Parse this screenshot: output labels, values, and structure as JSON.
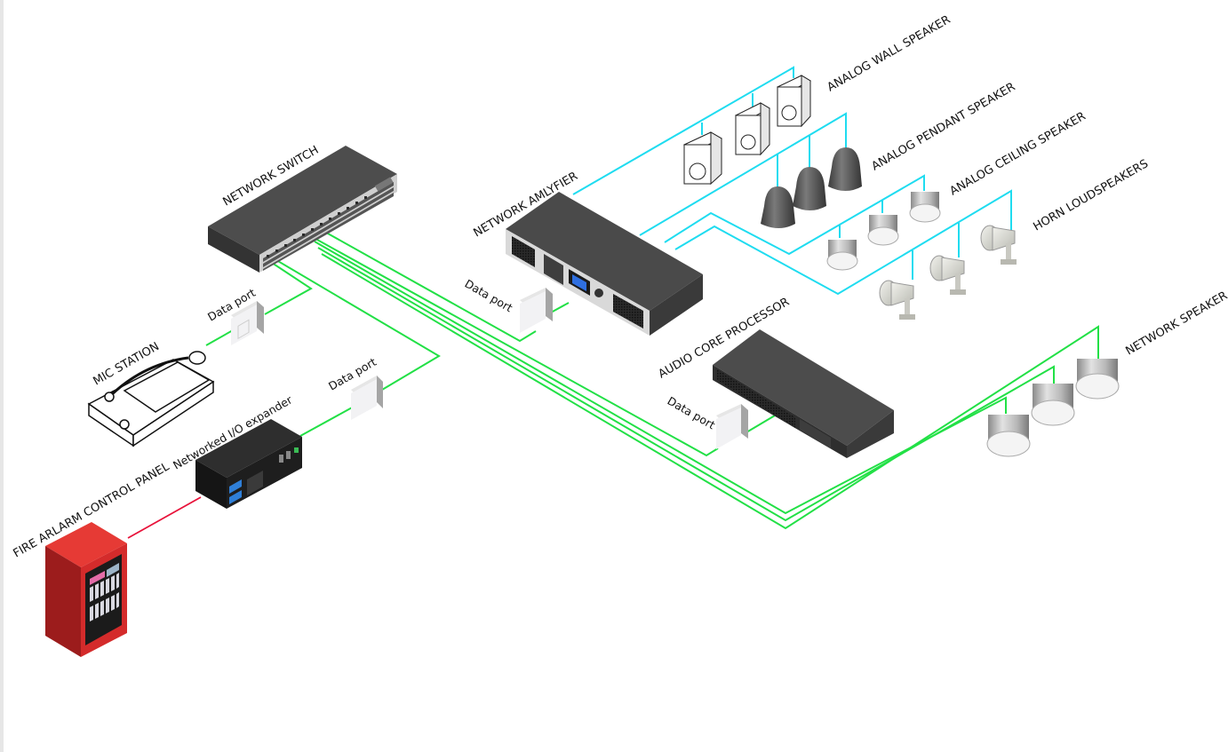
{
  "diagram": {
    "title": "Networked audio system diagram",
    "colors": {
      "analog_wire": "#1fdcf0",
      "network_wire": "#22e046",
      "alarm_wire": "#e8123a",
      "device_dark": "#4a4a4a",
      "fire_panel": "#d62a2a"
    },
    "labels": {
      "network_switch": "NETWORK SWITCH",
      "network_amplifier": "NETWORK AMLYFIER",
      "analog_wall_speaker": "ANALOG WALL SPEAKER",
      "analog_pendant_speaker": "ANALOG PENDANT SPEAKER",
      "analog_ceiling_speaker": "ANALOG CEILING SPEAKER",
      "horn_loudspeakers": "HORN LOUDSPEAKERS",
      "audio_core_processor": "AUDIO CORE PROCESSOR",
      "network_speaker": "NETWORK SPEAKER",
      "mic_station": "MIC STATION",
      "io_expander": "Networked I/O expander",
      "fire_alarm_panel": "FIRE ARLARM CONTROL PANEL",
      "data_port_mic": "Data port",
      "data_port_io": "Data port",
      "data_port_amp": "Data port",
      "data_port_core": "Data port"
    },
    "connections": [
      {
        "from": "Network Switch",
        "to": "Data port (Mic Station)",
        "type": "network"
      },
      {
        "from": "Network Switch",
        "to": "Data port (I/O expander)",
        "type": "network"
      },
      {
        "from": "Network Switch",
        "to": "Data port (Amplifier)",
        "type": "network"
      },
      {
        "from": "Network Switch",
        "to": "Data port (Audio Core Processor)",
        "type": "network"
      },
      {
        "from": "Network Switch",
        "to": "Network Speaker x3",
        "type": "network"
      },
      {
        "from": "Network Amplifier",
        "to": "Analog Wall Speaker x3",
        "type": "analog"
      },
      {
        "from": "Network Amplifier",
        "to": "Analog Pendant Speaker x3",
        "type": "analog"
      },
      {
        "from": "Network Amplifier",
        "to": "Analog Ceiling Speaker x3",
        "type": "analog"
      },
      {
        "from": "Network Amplifier",
        "to": "Horn Loudspeakers x3",
        "type": "analog"
      },
      {
        "from": "Fire Alarm Control Panel",
        "to": "Networked I/O expander",
        "type": "alarm"
      }
    ]
  }
}
